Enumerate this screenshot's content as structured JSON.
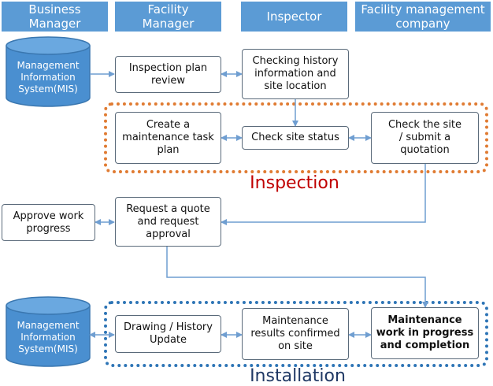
{
  "lanes": [
    {
      "label": "Business\nManager"
    },
    {
      "label": "Facility\nManager"
    },
    {
      "label": "Inspector"
    },
    {
      "label": "Facility management\ncompany"
    }
  ],
  "databases": [
    {
      "label": "Management\nInformation\nSystem(MIS)"
    },
    {
      "label": "Management\nInformation\nSystem(MIS)"
    }
  ],
  "steps": {
    "plan_review": "Inspection plan\nreview",
    "checking_history": "Checking history\ninformation and\nsite location",
    "create_task": "Create a\nmaintenance task\nplan",
    "check_status": "Check site status",
    "check_site": "Check the site\n/ submit a\nquotation",
    "approve_work": "Approve work\nprogress",
    "request_quote": "Request a quote\nand request\napproval",
    "drawing_update": "Drawing / History\nUpdate",
    "results_confirmed": "Maintenance\nresults confirmed\non site",
    "work_progress": "Maintenance\nwork in progress\nand completion"
  },
  "groups": {
    "inspection": {
      "label": "Inspection",
      "color": "#e07b32",
      "label_color": "#c00000"
    },
    "installation": {
      "label": "Installation",
      "color": "#2e75b6",
      "label_color": "#1f3864"
    }
  },
  "colors": {
    "header": "#5b9bd5",
    "database": "#4a8fd0",
    "connector": "#6f9ed1"
  }
}
